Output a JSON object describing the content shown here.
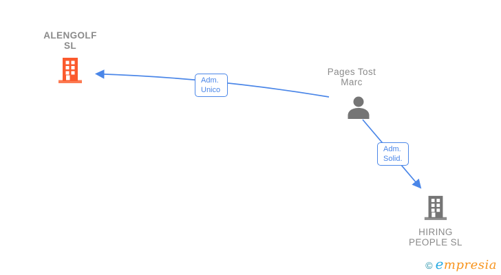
{
  "diagram": {
    "type": "corporate-relationship-graph",
    "background": "#ffffff",
    "nodes": {
      "alengolf": {
        "label": "ALENGOLF\nSL",
        "type": "company",
        "icon": "building-icon",
        "icon_color": "#fb5a2d"
      },
      "pages_tost": {
        "label": "Pages Tost\nMarc",
        "type": "person",
        "icon": "person-icon",
        "icon_color": "#757575"
      },
      "hiring_people": {
        "label": "HIRING\nPEOPLE SL",
        "type": "company",
        "icon": "building-icon",
        "icon_color": "#757575"
      }
    },
    "edges": [
      {
        "id": "adm-unico",
        "label": "Adm.\nUnico",
        "from": "pages_tost",
        "to": "alengolf",
        "direction": "arrow-to-alengolf"
      },
      {
        "id": "adm-solid",
        "label": "Adm.\nSolid.",
        "from": "pages_tost",
        "to": "hiring_people",
        "direction": "arrow-to-hiring-people"
      }
    ],
    "colors": {
      "edge_blue": "#4a86e8",
      "node_text_gray": "#8a8a8a",
      "company_orange": "#fb5a2d",
      "icon_gray": "#757575"
    }
  },
  "footer": {
    "copyright": "©",
    "brand_first": "e",
    "brand_rest": "mpresia",
    "logo_cyan": "#29abe2",
    "logo_orange": "#f7941e",
    "logo_teal": "#2491a8"
  }
}
